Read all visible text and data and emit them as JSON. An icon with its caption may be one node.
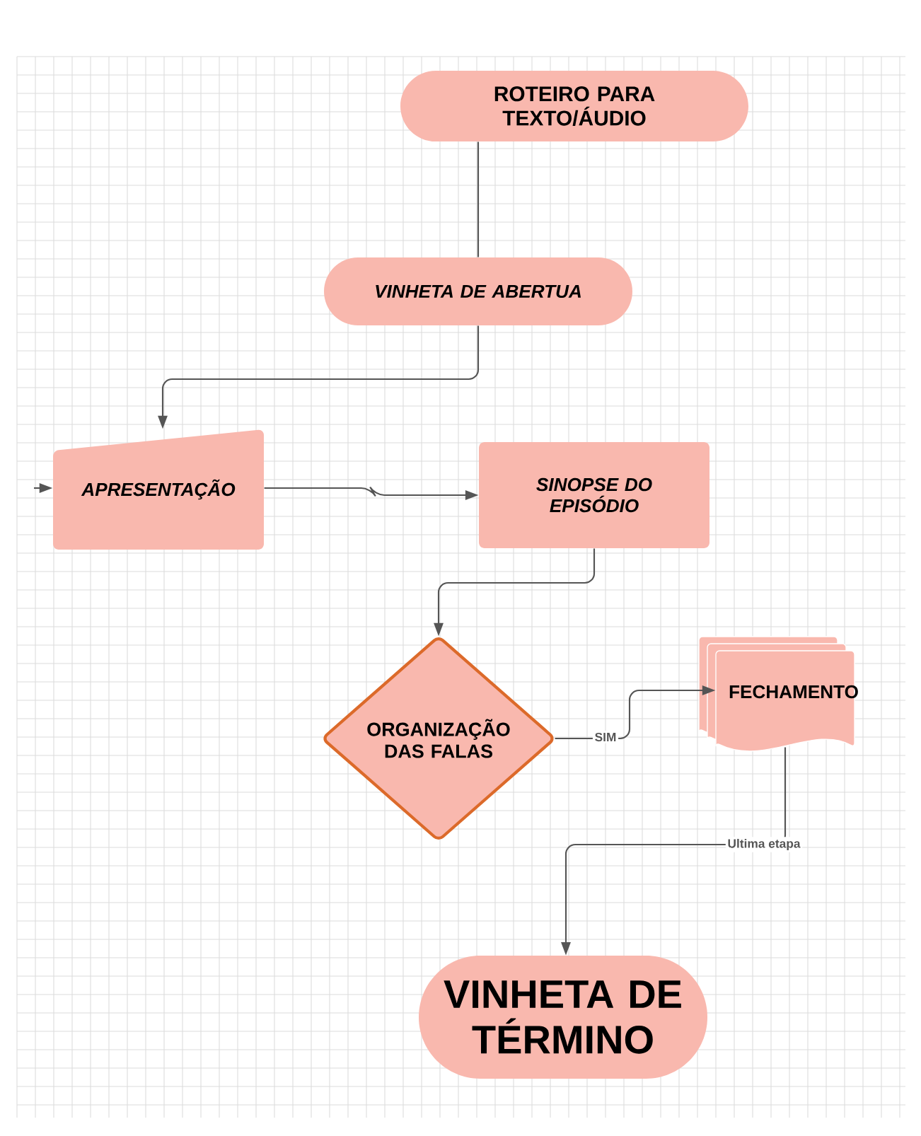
{
  "diagram": {
    "nodes": [
      {
        "text": [
          "ROTEIRO PARA TEXTO/ÁUDIO"
        ]
      },
      {
        "text": [
          "VINHETA DE ABERTUA"
        ]
      },
      {
        "text": [
          "APRESENTAÇÃO"
        ]
      },
      {
        "text": [
          "SINOPSE DO EPISÓDIO"
        ]
      },
      {
        "text": [
          "ORGANIZAÇÃO DAS FALAS"
        ]
      },
      {
        "text": [
          "FECHAMENTO"
        ]
      },
      {
        "text": [
          "VINHETA DE TÉRMINO"
        ]
      }
    ],
    "edges": [
      {
        "from": 0,
        "to": 1,
        "arrow": "none"
      },
      {
        "from": 1,
        "to": 2,
        "arrow": "to"
      },
      {
        "from": null,
        "to": 2,
        "arrow": "to"
      },
      {
        "from": 2,
        "to": 3,
        "arrow": "to"
      },
      {
        "from": 3,
        "to": 4,
        "arrow": "to"
      },
      {
        "from": 4,
        "to": 5,
        "arrow": "to",
        "label": "SIM"
      },
      {
        "from": 5,
        "to": 6,
        "arrow": "to",
        "label": "Ultima etapa"
      }
    ]
  }
}
